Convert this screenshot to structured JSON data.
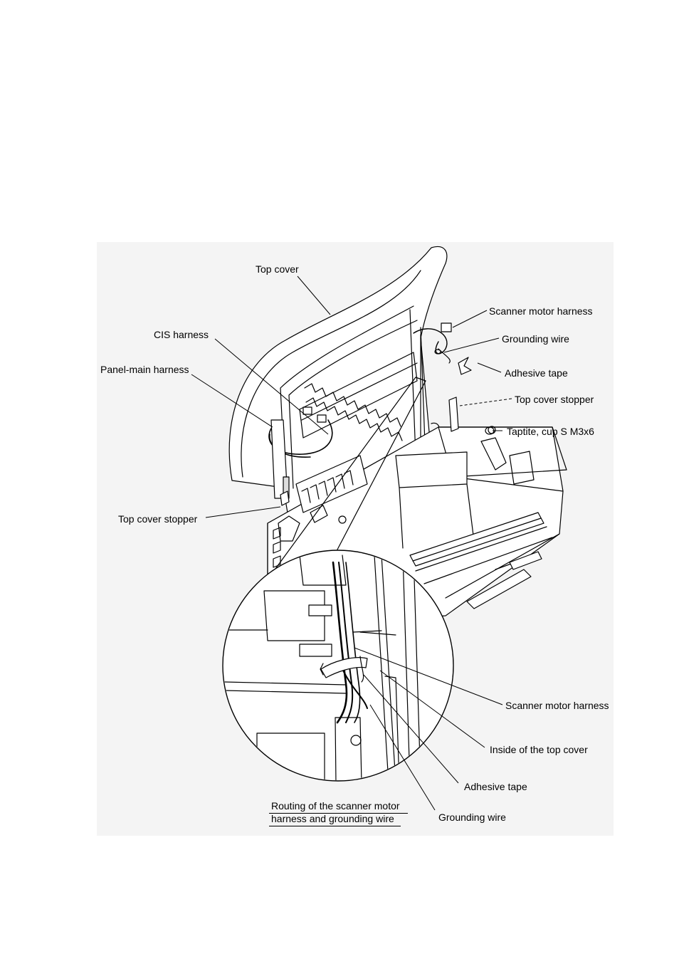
{
  "labels": {
    "top_cover": "Top cover",
    "scanner_motor_harness_top": "Scanner motor harness",
    "cis_harness": "CIS harness",
    "grounding_wire_top": "Grounding wire",
    "panel_main_harness": "Panel-main harness",
    "adhesive_tape_top": "Adhesive tape",
    "top_cover_stopper_right": "Top cover stopper",
    "taptite": "Taptite, cup S M3x6",
    "top_cover_stopper_left": "Top cover stopper",
    "scanner_motor_harness_bottom": "Scanner motor harness",
    "inside_top_cover": "Inside of the top cover",
    "adhesive_tape_bottom": "Adhesive tape",
    "grounding_wire_bottom": "Grounding wire"
  },
  "caption": {
    "line1": "Routing of the scanner motor",
    "line2": "harness and grounding wire"
  }
}
